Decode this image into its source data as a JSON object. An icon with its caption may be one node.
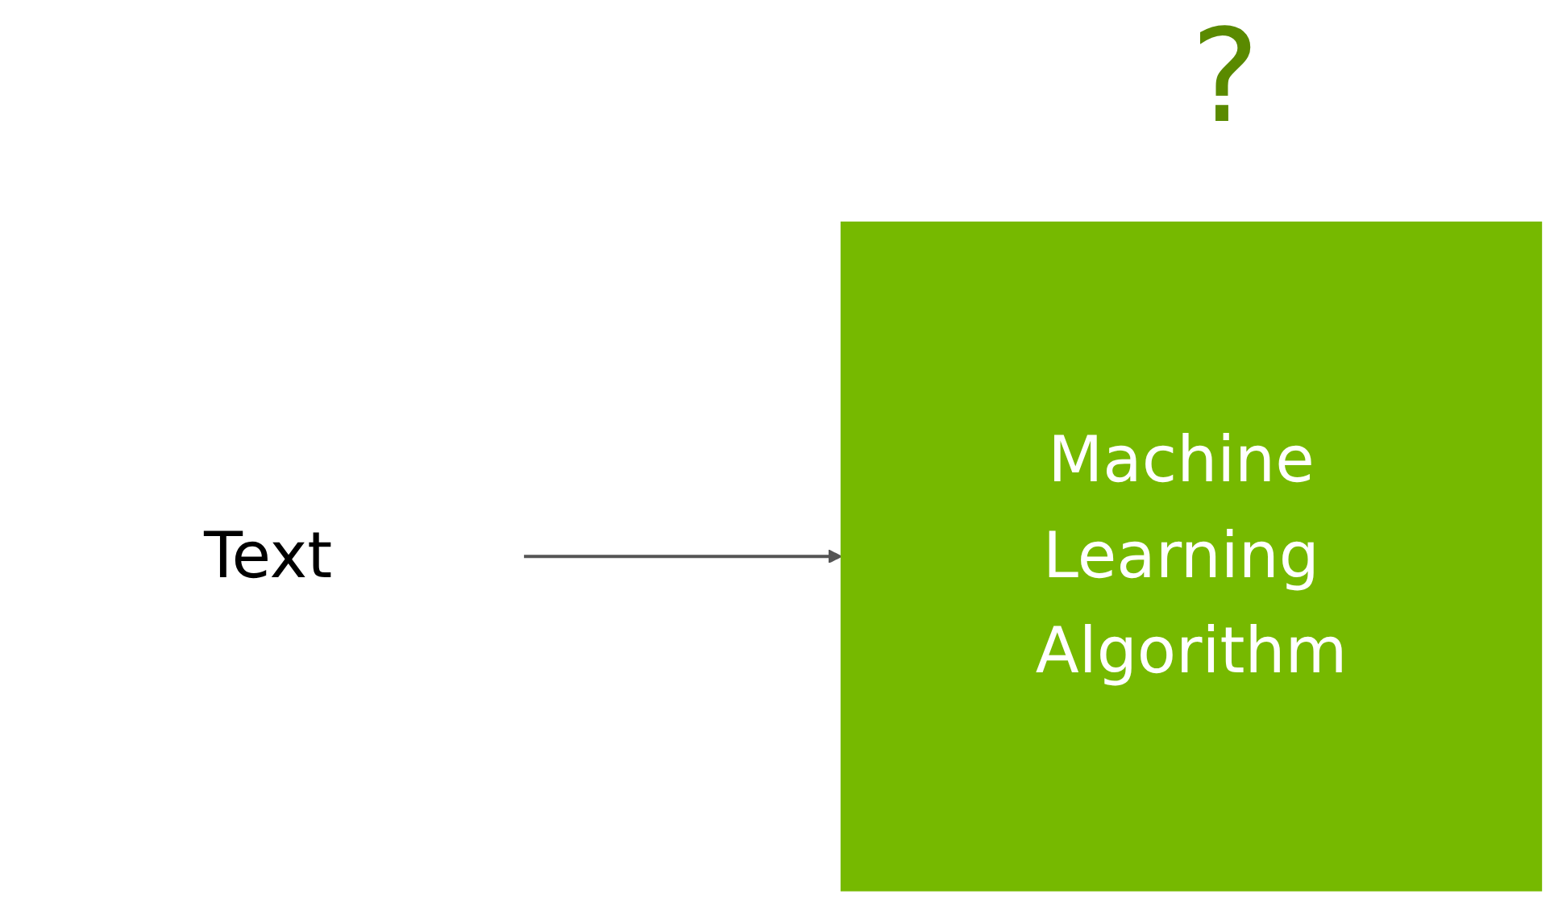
{
  "diagram": {
    "nodes": [
      {
        "text": [
          "Text"
        ]
      },
      {
        "text": [
          "Machine Learning Algorithm"
        ]
      }
    ],
    "edges": [
      {
        "from": 0,
        "to": 1,
        "arrow": "to"
      }
    ],
    "labels": [
      "?"
    ]
  }
}
